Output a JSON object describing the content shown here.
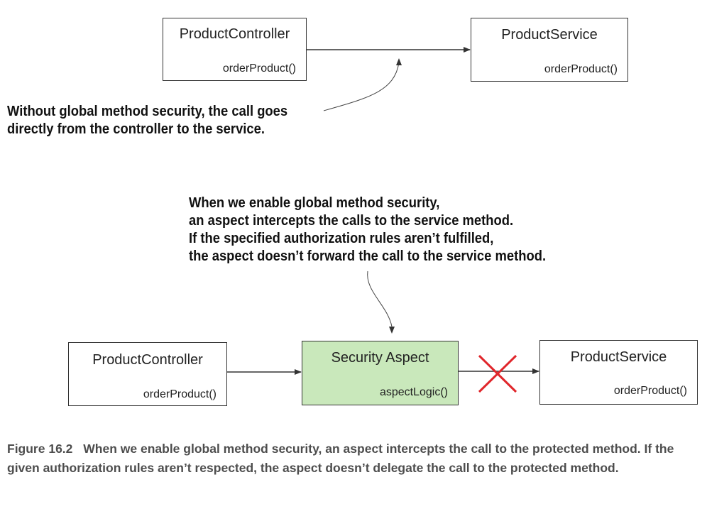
{
  "top_diagram": {
    "controller": {
      "title": "ProductController",
      "method": "orderProduct()"
    },
    "service": {
      "title": "ProductService",
      "method": "orderProduct()"
    },
    "note_lines": [
      "Without global method security, the call goes",
      "directly from the controller to the service."
    ]
  },
  "bottom_diagram": {
    "note_lines": [
      "When we enable global method security,",
      "an aspect intercepts the calls to the service method.",
      "If the specified authorization rules aren’t fulfilled,",
      "the aspect doesn’t forward the call to the service method."
    ],
    "controller": {
      "title": "ProductController",
      "method": "orderProduct()"
    },
    "aspect": {
      "title": "Security Aspect",
      "method": "aspectLogic()"
    },
    "service": {
      "title": "ProductService",
      "method": "orderProduct()"
    }
  },
  "caption": {
    "label": "Figure 16.2",
    "text": "When we enable global method security, an aspect intercepts the call to the protected method. If the given authorization rules aren’t respected, the aspect doesn’t delegate the call to the protected method."
  },
  "colors": {
    "aspect_fill": "#c9e8bb",
    "blocked_cross": "#e0262b",
    "caption_text": "#4d4d4d"
  }
}
